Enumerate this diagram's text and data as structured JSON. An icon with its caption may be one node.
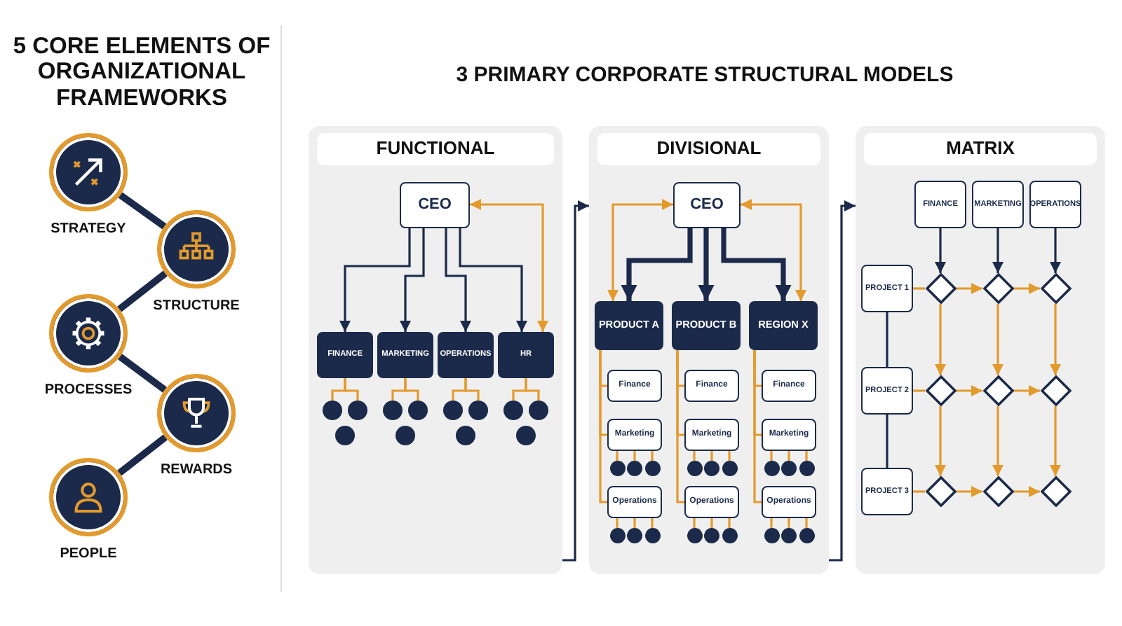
{
  "diagram": {
    "title": "5 CORE ELEMENTS OF ORGANIZATIONAL FRAMEWORKS",
    "labels": [
      "3 PRIMARY CORPORATE STRUCTURAL MODELS"
    ],
    "nodes": [
      {
        "text": [
          "STRATEGY"
        ]
      },
      {
        "text": [
          "STRUCTURE"
        ]
      },
      {
        "text": [
          "PROCESSES"
        ]
      },
      {
        "text": [
          "REWARDS"
        ]
      },
      {
        "text": [
          "PEOPLE"
        ]
      },
      {
        "text": [
          "FUNCTIONAL"
        ]
      },
      {
        "text": [
          "CEO"
        ],
        "in": 5
      },
      {
        "text": [
          "FINANCE"
        ],
        "in": 5
      },
      {
        "text": [
          "MARKETING"
        ],
        "in": 5
      },
      {
        "text": [
          "OPERATIONS"
        ],
        "in": 5
      },
      {
        "text": [
          "HR"
        ],
        "in": 5
      },
      {
        "text": [],
        "shape": "circle",
        "in": 5
      },
      {
        "text": [],
        "shape": "circle",
        "in": 5
      },
      {
        "text": [],
        "shape": "circle",
        "in": 5
      },
      {
        "text": [],
        "shape": "circle",
        "in": 5
      },
      {
        "text": [],
        "shape": "circle",
        "in": 5
      },
      {
        "text": [],
        "shape": "circle",
        "in": 5
      },
      {
        "text": [],
        "shape": "circle",
        "in": 5
      },
      {
        "text": [],
        "shape": "circle",
        "in": 5
      },
      {
        "text": [],
        "shape": "circle",
        "in": 5
      },
      {
        "text": [],
        "shape": "circle",
        "in": 5
      },
      {
        "text": [],
        "shape": "circle",
        "in": 5
      },
      {
        "text": [],
        "shape": "circle",
        "in": 5
      },
      {
        "text": [
          "DIVISIONAL"
        ]
      },
      {
        "text": [
          "CEO"
        ],
        "in": 23
      },
      {
        "text": [
          "PRODUCT A"
        ],
        "in": 23
      },
      {
        "text": [
          "PRODUCT B"
        ],
        "in": 23
      },
      {
        "text": [
          "REGION X"
        ],
        "in": 23
      },
      {
        "text": [
          "Finance"
        ],
        "in": 23
      },
      {
        "text": [
          "Marketing"
        ],
        "in": 23
      },
      {
        "text": [],
        "shape": "circle",
        "in": 23
      },
      {
        "text": [],
        "shape": "circle",
        "in": 23
      },
      {
        "text": [],
        "shape": "circle",
        "in": 23
      },
      {
        "text": [
          "Operations"
        ],
        "in": 23
      },
      {
        "text": [],
        "shape": "circle",
        "in": 23
      },
      {
        "text": [],
        "shape": "circle",
        "in": 23
      },
      {
        "text": [],
        "shape": "circle",
        "in": 23
      },
      {
        "text": [
          "Finance"
        ],
        "in": 23
      },
      {
        "text": [
          "Marketing"
        ],
        "in": 23
      },
      {
        "text": [],
        "shape": "circle",
        "in": 23
      },
      {
        "text": [],
        "shape": "circle",
        "in": 23
      },
      {
        "text": [],
        "shape": "circle",
        "in": 23
      },
      {
        "text": [
          "Operations"
        ],
        "in": 23
      },
      {
        "text": [],
        "shape": "circle",
        "in": 23
      },
      {
        "text": [],
        "shape": "circle",
        "in": 23
      },
      {
        "text": [],
        "shape": "circle",
        "in": 23
      },
      {
        "text": [
          "Finance"
        ],
        "in": 23
      },
      {
        "text": [
          "Marketing"
        ],
        "in": 23
      },
      {
        "text": [],
        "shape": "circle",
        "in": 23
      },
      {
        "text": [],
        "shape": "circle",
        "in": 23
      },
      {
        "text": [],
        "shape": "circle",
        "in": 23
      },
      {
        "text": [
          "Operations"
        ],
        "in": 23
      },
      {
        "text": [],
        "shape": "circle",
        "in": 23
      },
      {
        "text": [],
        "shape": "circle",
        "in": 23
      },
      {
        "text": [],
        "shape": "circle",
        "in": 23
      },
      {
        "text": [
          "MATRIX"
        ]
      },
      {
        "text": [
          "FINANCE"
        ],
        "in": 55
      },
      {
        "text": [
          "MARKETING"
        ],
        "in": 55
      },
      {
        "text": [
          "OPERATIONS"
        ],
        "in": 55
      },
      {
        "text": [
          "PROJECT 1"
        ],
        "in": 55
      },
      {
        "text": [
          "PROJECT 2"
        ],
        "in": 55
      },
      {
        "text": [
          "PROJECT 3"
        ],
        "in": 55
      },
      {
        "text": [],
        "shape": "diamond",
        "in": 55
      },
      {
        "text": [],
        "shape": "diamond",
        "in": 55
      },
      {
        "text": [],
        "shape": "diamond",
        "in": 55
      },
      {
        "text": [],
        "shape": "diamond",
        "in": 55
      },
      {
        "text": [],
        "shape": "diamond",
        "in": 55
      },
      {
        "text": [],
        "shape": "diamond",
        "in": 55
      },
      {
        "text": [],
        "shape": "diamond",
        "in": 55
      },
      {
        "text": [],
        "shape": "diamond",
        "in": 55
      },
      {
        "text": [],
        "shape": "diamond",
        "in": 55
      }
    ],
    "edges": [
      {
        "from": 0,
        "to": 1,
        "arrow": "none",
        "style": "thick",
        "color": "#1b2a4a"
      },
      {
        "from": 1,
        "to": 2,
        "arrow": "none",
        "style": "thick",
        "color": "#1b2a4a"
      },
      {
        "from": 2,
        "to": 3,
        "arrow": "none",
        "style": "thick",
        "color": "#1b2a4a"
      },
      {
        "from": 3,
        "to": 4,
        "arrow": "none",
        "style": "thick",
        "color": "#1b2a4a"
      },
      {
        "from": 6,
        "to": 7,
        "arrow": "to",
        "color": "#1b2a4a"
      },
      {
        "from": 6,
        "to": 8,
        "arrow": "to",
        "color": "#1b2a4a"
      },
      {
        "from": 6,
        "to": 9,
        "arrow": "to",
        "color": "#1b2a4a"
      },
      {
        "from": 6,
        "to": 10,
        "arrow": "to",
        "color": "#1b2a4a"
      },
      {
        "from": 6,
        "to": 10,
        "arrow": "both"
      },
      {
        "from": 7,
        "to": 11,
        "arrow": "none"
      },
      {
        "from": 7,
        "to": 12,
        "arrow": "none"
      },
      {
        "from": 8,
        "to": 14,
        "arrow": "none"
      },
      {
        "from": 8,
        "to": 15,
        "arrow": "none"
      },
      {
        "from": 9,
        "to": 17,
        "arrow": "none"
      },
      {
        "from": 9,
        "to": 18,
        "arrow": "none"
      },
      {
        "from": 10,
        "to": 20,
        "arrow": "none"
      },
      {
        "from": 10,
        "to": 21,
        "arrow": "none"
      },
      {
        "from": 24,
        "to": 25,
        "arrow": "to",
        "style": "thick",
        "color": "#1b2a4a"
      },
      {
        "from": 24,
        "to": 26,
        "arrow": "to",
        "style": "thick",
        "color": "#1b2a4a"
      },
      {
        "from": 24,
        "to": 27,
        "arrow": "to",
        "style": "thick",
        "color": "#1b2a4a"
      },
      {
        "from": 24,
        "to": 25,
        "arrow": "both"
      },
      {
        "from": 24,
        "to": 27,
        "arrow": "both"
      },
      {
        "from": 25,
        "to": 28,
        "arrow": "none"
      },
      {
        "from": 25,
        "to": 29,
        "arrow": "none"
      },
      {
        "from": 25,
        "to": 33,
        "arrow": "none"
      },
      {
        "from": 29,
        "to": 30,
        "arrow": "none"
      },
      {
        "from": 29,
        "to": 31,
        "arrow": "none"
      },
      {
        "from": 29,
        "to": 32,
        "arrow": "none"
      },
      {
        "from": 33,
        "to": 34,
        "arrow": "none"
      },
      {
        "from": 33,
        "to": 35,
        "arrow": "none"
      },
      {
        "from": 33,
        "to": 36,
        "arrow": "none"
      },
      {
        "from": 26,
        "to": 37,
        "arrow": "none"
      },
      {
        "from": 26,
        "to": 38,
        "arrow": "none"
      },
      {
        "from": 26,
        "to": 42,
        "arrow": "none"
      },
      {
        "from": 38,
        "to": 39,
        "arrow": "none"
      },
      {
        "from": 38,
        "to": 40,
        "arrow": "none"
      },
      {
        "from": 38,
        "to": 41,
        "arrow": "none"
      },
      {
        "from": 42,
        "to": 43,
        "arrow": "none"
      },
      {
        "from": 42,
        "to": 44,
        "arrow": "none"
      },
      {
        "from": 42,
        "to": 45,
        "arrow": "none"
      },
      {
        "from": 27,
        "to": 46,
        "arrow": "none"
      },
      {
        "from": 27,
        "to": 47,
        "arrow": "none"
      },
      {
        "from": 27,
        "to": 51,
        "arrow": "none"
      },
      {
        "from": 47,
        "to": 48,
        "arrow": "none"
      },
      {
        "from": 47,
        "to": 49,
        "arrow": "none"
      },
      {
        "from": 47,
        "to": 50,
        "arrow": "none"
      },
      {
        "from": 51,
        "to": 52,
        "arrow": "none"
      },
      {
        "from": 51,
        "to": 53,
        "arrow": "none"
      },
      {
        "from": 51,
        "to": 54,
        "arrow": "none"
      },
      {
        "from": 56,
        "to": 62,
        "arrow": "to",
        "color": "#1b2a4a"
      },
      {
        "from": 57,
        "to": 63,
        "arrow": "to",
        "color": "#1b2a4a"
      },
      {
        "from": 58,
        "to": 64,
        "arrow": "to",
        "color": "#1b2a4a"
      },
      {
        "from": 59,
        "to": 62,
        "arrow": "none"
      },
      {
        "from": 60,
        "to": 65,
        "arrow": "none"
      },
      {
        "from": 61,
        "to": 68,
        "arrow": "none"
      },
      {
        "from": 62,
        "to": 63,
        "arrow": "to"
      },
      {
        "from": 63,
        "to": 64,
        "arrow": "to"
      },
      {
        "from": 65,
        "to": 66,
        "arrow": "to"
      },
      {
        "from": 66,
        "to": 67,
        "arrow": "to"
      },
      {
        "from": 68,
        "to": 69,
        "arrow": "to"
      },
      {
        "from": 69,
        "to": 70,
        "arrow": "to"
      },
      {
        "from": 62,
        "to": 65,
        "arrow": "to"
      },
      {
        "from": 65,
        "to": 68,
        "arrow": "to"
      },
      {
        "from": 63,
        "to": 66,
        "arrow": "to"
      },
      {
        "from": 66,
        "to": 69,
        "arrow": "to"
      },
      {
        "from": 64,
        "to": 67,
        "arrow": "to"
      },
      {
        "from": 67,
        "to": 70,
        "arrow": "to"
      },
      {
        "from": 59,
        "to": 60,
        "arrow": "none",
        "color": "#1b2a4a"
      },
      {
        "from": 60,
        "to": 61,
        "arrow": "none",
        "color": "#1b2a4a"
      },
      {
        "from": 5,
        "to": 23,
        "arrow": "to",
        "color": "#1b2a4a"
      },
      {
        "from": 23,
        "to": 55,
        "arrow": "to",
        "color": "#1b2a4a"
      }
    ]
  }
}
